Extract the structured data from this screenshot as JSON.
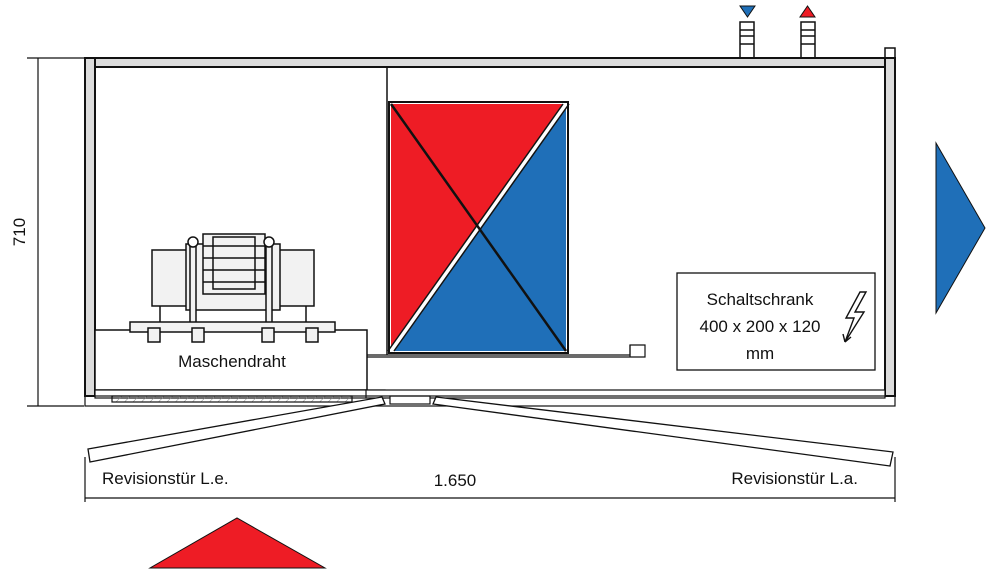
{
  "dimensions": {
    "height": "710",
    "width": "1.650"
  },
  "labels": {
    "mesh": "Maschendraht",
    "door_left": "Revisionstür L.e.",
    "door_right": "Revisionstür L.a.",
    "cabinet_line1": "Schaltschrank",
    "cabinet_line2": "400 x 200 x 120",
    "cabinet_line3": "mm"
  },
  "colors": {
    "supply": "#ee1c25",
    "return": "#1f6fb8",
    "outline": "#111111",
    "frame_fill": "#dcdcdc",
    "fan": "#f2f2f2"
  },
  "icons": {
    "supply_marker": "red-triangle-up-icon",
    "return_marker": "blue-triangle-down-icon",
    "airflow_out": "blue-arrow-right-icon",
    "airflow_in": "red-arrow-up-icon",
    "electrical": "lightning-bolt-icon"
  }
}
